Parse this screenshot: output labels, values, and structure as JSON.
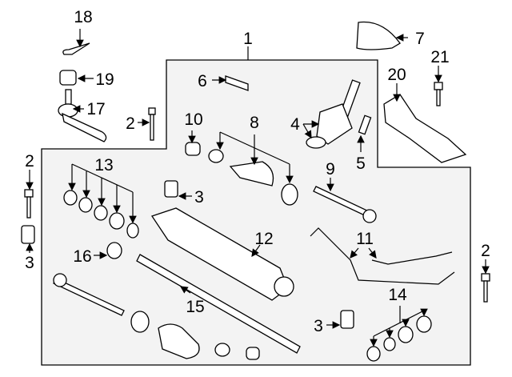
{
  "diagram": {
    "colors": {
      "panel": "#f3f3f3",
      "line": "#000000",
      "part_fill": "#ffffff"
    },
    "callouts": [
      "1",
      "2",
      "2",
      "2",
      "3",
      "3",
      "3",
      "4",
      "5",
      "6",
      "7",
      "8",
      "9",
      "10",
      "11",
      "12",
      "13",
      "14",
      "15",
      "16",
      "17",
      "18",
      "19",
      "20",
      "21"
    ]
  }
}
